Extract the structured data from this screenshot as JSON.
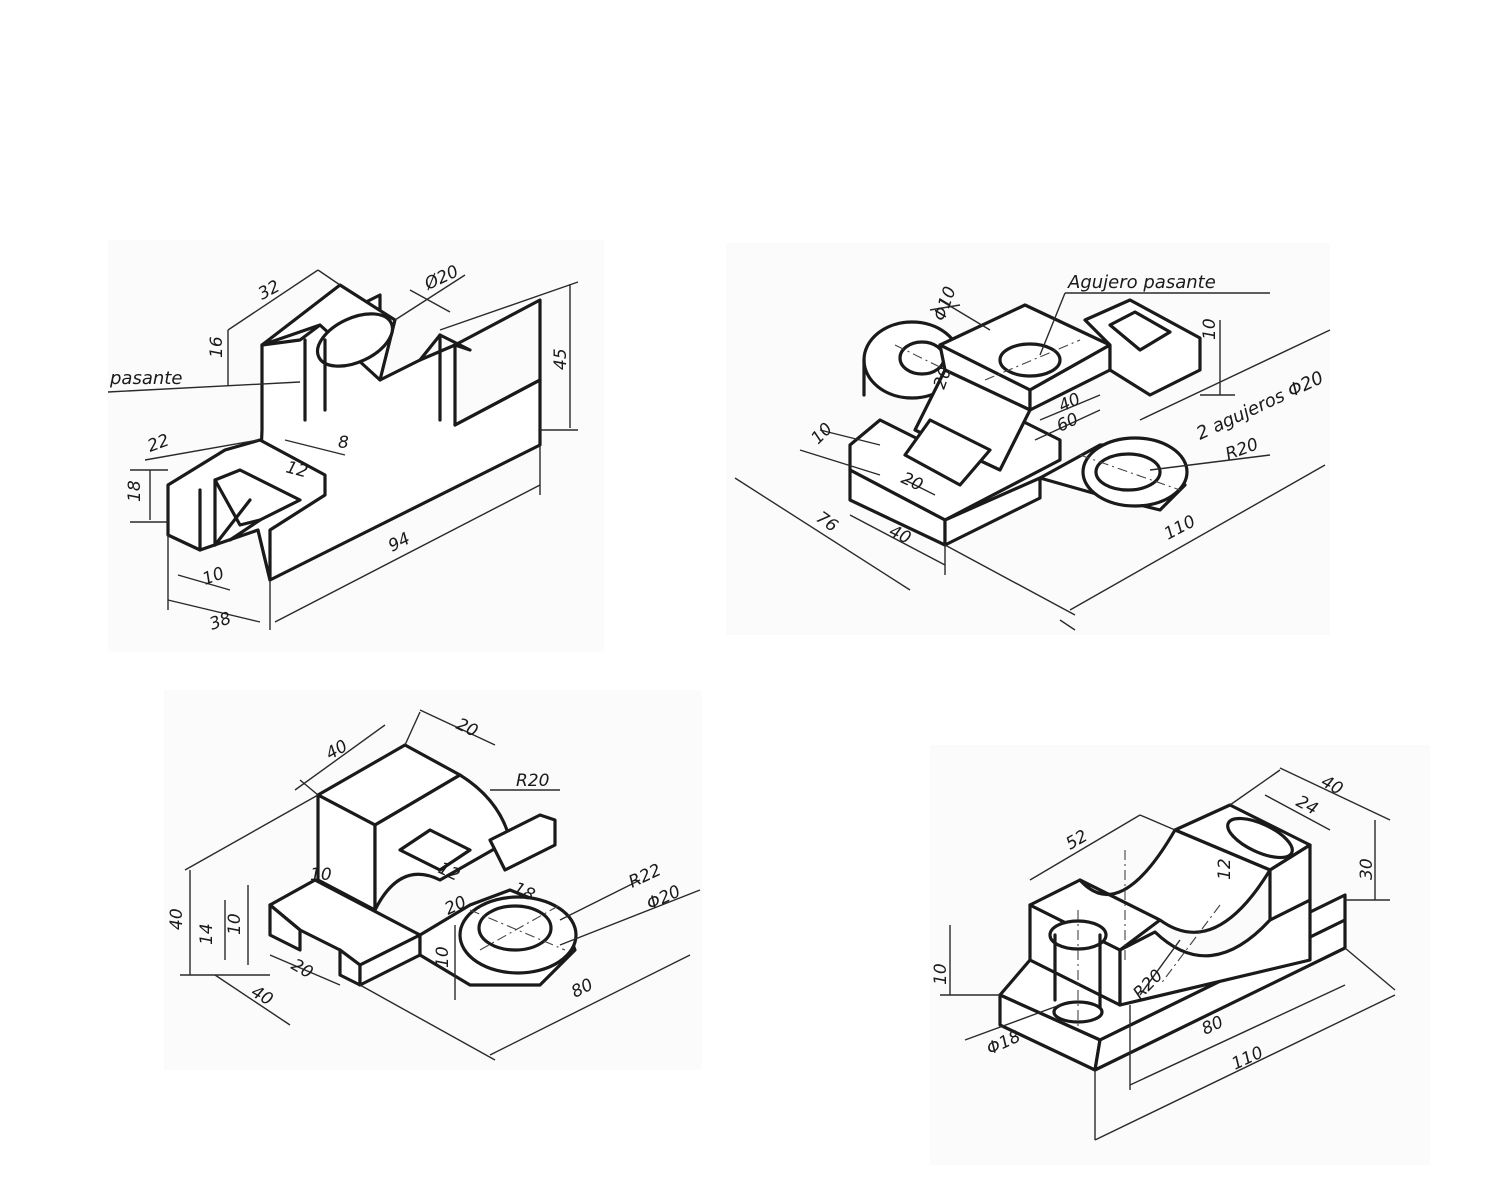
{
  "drawings": [
    {
      "id": "part-1",
      "labels": {
        "d32": "32",
        "phi20": "Ø20",
        "d16": "16",
        "note": "pasante",
        "d45": "45",
        "d8": "8",
        "d22": "22",
        "d12": "12",
        "d18": "18",
        "d94": "94",
        "d10": "10",
        "d38": "38"
      }
    },
    {
      "id": "part-2",
      "labels": {
        "note": "Agujero pasante",
        "phi10": "Φ10",
        "d10a": "10",
        "d20": "20",
        "d40": "40",
        "d60": "60",
        "holes": "2 agujeros Φ20",
        "r20": "R20",
        "d10b": "10",
        "d76": "76",
        "d40b": "40",
        "d110": "110",
        "d20b": "20"
      }
    },
    {
      "id": "part-3",
      "labels": {
        "d40top": "40",
        "d20": "20",
        "r20": "R20",
        "d40h": "40",
        "d14": "14",
        "d10a": "10",
        "d10b": "10",
        "d12": "12",
        "d18": "18",
        "d20b": "20",
        "r22": "R22",
        "phi20": "Φ20",
        "d40b": "40",
        "d20c": "20",
        "d10c": "10",
        "d80": "80"
      }
    },
    {
      "id": "part-4",
      "labels": {
        "d40": "40",
        "d52": "52",
        "d24": "24",
        "d12": "12",
        "d30": "30",
        "d10": "10",
        "r20": "R20",
        "d80": "80",
        "phi18": "Φ18",
        "d110": "110"
      }
    }
  ]
}
